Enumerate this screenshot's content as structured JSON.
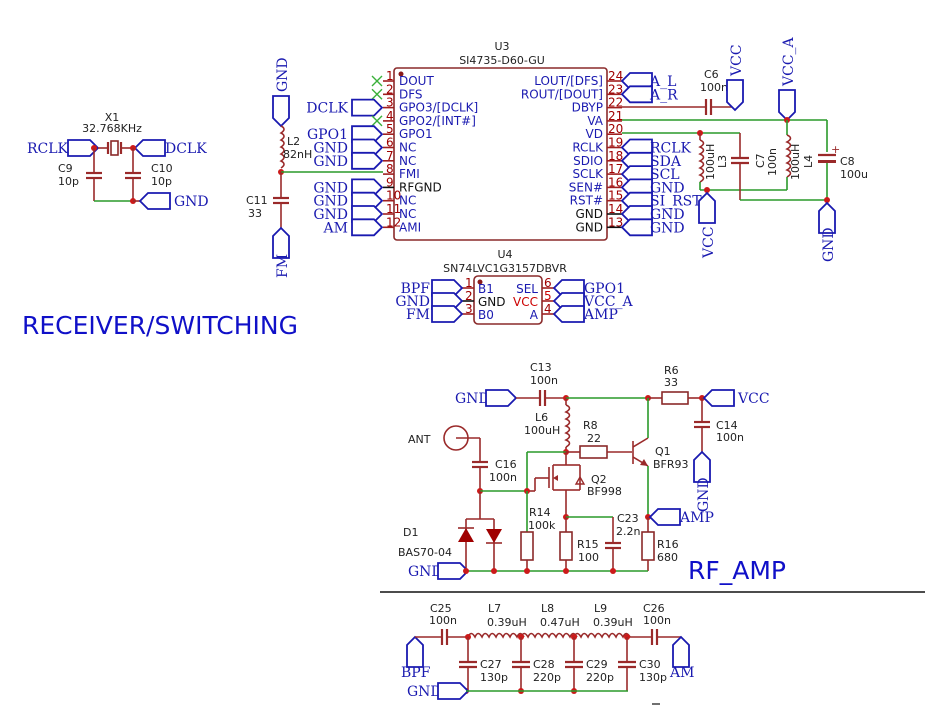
{
  "sections": {
    "receiver_title": "RECEIVER/SWITCHING",
    "rf_amp_title": "RF_AMP"
  },
  "crystal": {
    "ref": "X1",
    "value": "32.768KHz",
    "c9": {
      "ref": "C9",
      "value": "10p"
    },
    "c10": {
      "ref": "C10",
      "value": "10p"
    },
    "nets": {
      "left": "RCLK",
      "right": "DCLK",
      "gnd": "GND"
    }
  },
  "fm_input": {
    "l2": {
      "ref": "L2",
      "value": "82nH"
    },
    "c11": {
      "ref": "C11",
      "value": "33"
    },
    "nets": {
      "top": "GND",
      "bottom": "FM"
    }
  },
  "u3": {
    "ref": "U3",
    "part": "SI4735-D60-GU",
    "left_pins": [
      {
        "num": "1",
        "name": "DOUT",
        "net": ""
      },
      {
        "num": "2",
        "name": "DFS",
        "net": ""
      },
      {
        "num": "3",
        "name": "GPO3/[DCLK]",
        "net": "DCLK"
      },
      {
        "num": "4",
        "name": "GPO2/[INT#]",
        "net": ""
      },
      {
        "num": "5",
        "name": "GPO1",
        "net": "GPO1"
      },
      {
        "num": "6",
        "name": "NC",
        "net": "GND"
      },
      {
        "num": "7",
        "name": "NC",
        "net": "GND"
      },
      {
        "num": "8",
        "name": "FMI",
        "net": ""
      },
      {
        "num": "9",
        "name": "RFGND",
        "net": "GND"
      },
      {
        "num": "10",
        "name": "NC",
        "net": "GND"
      },
      {
        "num": "11",
        "name": "NC",
        "net": "GND"
      },
      {
        "num": "12",
        "name": "AMI",
        "net": "AM"
      }
    ],
    "right_pins": [
      {
        "num": "24",
        "name": "LOUT/[DFS]",
        "net": "A_L"
      },
      {
        "num": "23",
        "name": "ROUT/[DOUT]",
        "net": "A_R"
      },
      {
        "num": "22",
        "name": "DBYP",
        "net": ""
      },
      {
        "num": "21",
        "name": "VA",
        "net": ""
      },
      {
        "num": "20",
        "name": "VD",
        "net": ""
      },
      {
        "num": "19",
        "name": "RCLK",
        "net": "RCLK"
      },
      {
        "num": "18",
        "name": "SDIO",
        "net": "SDA"
      },
      {
        "num": "17",
        "name": "SCLK",
        "net": "SCL"
      },
      {
        "num": "16",
        "name": "SEN#",
        "net": "GND"
      },
      {
        "num": "15",
        "name": "RST#",
        "net": "SI_RST"
      },
      {
        "num": "14",
        "name": "GND",
        "net": "GND"
      },
      {
        "num": "13",
        "name": "GND",
        "net": "GND"
      }
    ]
  },
  "supply": {
    "c6": {
      "ref": "C6",
      "value": "100n"
    },
    "l3": {
      "ref": "L3",
      "value": "100uH"
    },
    "c7": {
      "ref": "C7",
      "value": "100n"
    },
    "l4": {
      "ref": "L4",
      "value": "100uH"
    },
    "c8": {
      "ref": "C8",
      "value": "100u"
    },
    "nets": {
      "vcc_top": "VCC",
      "vcca": "VCC_A",
      "vcc_bottom": "VCC",
      "gnd": "GND"
    }
  },
  "u4": {
    "ref": "U4",
    "part": "SN74LVC1G3157DBVR",
    "left_pins": [
      {
        "num": "1",
        "name": "B1",
        "net": "BPF"
      },
      {
        "num": "2",
        "name": "GND",
        "net": "GND"
      },
      {
        "num": "3",
        "name": "B0",
        "net": "FM"
      }
    ],
    "right_pins": [
      {
        "num": "6",
        "name": "SEL",
        "net": "GPO1"
      },
      {
        "num": "5",
        "name": "VCC",
        "net": "VCC_A"
      },
      {
        "num": "4",
        "name": "A",
        "net": "AMP"
      }
    ]
  },
  "rf_amp": {
    "ant": "ANT",
    "c13": {
      "ref": "C13",
      "value": "100n"
    },
    "l6": {
      "ref": "L6",
      "value": "100uH"
    },
    "r8": {
      "ref": "R8",
      "value": "22"
    },
    "r6": {
      "ref": "R6",
      "value": "33"
    },
    "c14": {
      "ref": "C14",
      "value": "100n"
    },
    "q1": {
      "ref": "Q1",
      "value": "BFR93"
    },
    "q2": {
      "ref": "Q2",
      "value": "BF998"
    },
    "c16": {
      "ref": "C16",
      "value": "100n"
    },
    "d1": {
      "ref": "D1",
      "value": "BAS70-04"
    },
    "r14": {
      "ref": "R14",
      "value": "100k"
    },
    "r15": {
      "ref": "R15",
      "value": "100"
    },
    "c23": {
      "ref": "C23",
      "value": "2.2n"
    },
    "r16": {
      "ref": "R16",
      "value": "680"
    },
    "nets": {
      "gnd_top": "GND",
      "vcc": "VCC",
      "gnd_c14": "GND",
      "amp": "AMP",
      "gnd_bottom": "GND"
    }
  },
  "filter": {
    "c25": {
      "ref": "C25",
      "value": "100n"
    },
    "l7": {
      "ref": "L7",
      "value": "0.39uH"
    },
    "l8": {
      "ref": "L8",
      "value": "0.47uH"
    },
    "l9": {
      "ref": "L9",
      "value": "0.39uH"
    },
    "c26": {
      "ref": "C26",
      "value": "100n"
    },
    "c27": {
      "ref": "C27",
      "value": "130p"
    },
    "c28": {
      "ref": "C28",
      "value": "220p"
    },
    "c29": {
      "ref": "C29",
      "value": "220p"
    },
    "c30": {
      "ref": "C30",
      "value": "130p"
    },
    "nets": {
      "in": "BPF",
      "out": "AM",
      "gnd": "GND"
    }
  }
}
